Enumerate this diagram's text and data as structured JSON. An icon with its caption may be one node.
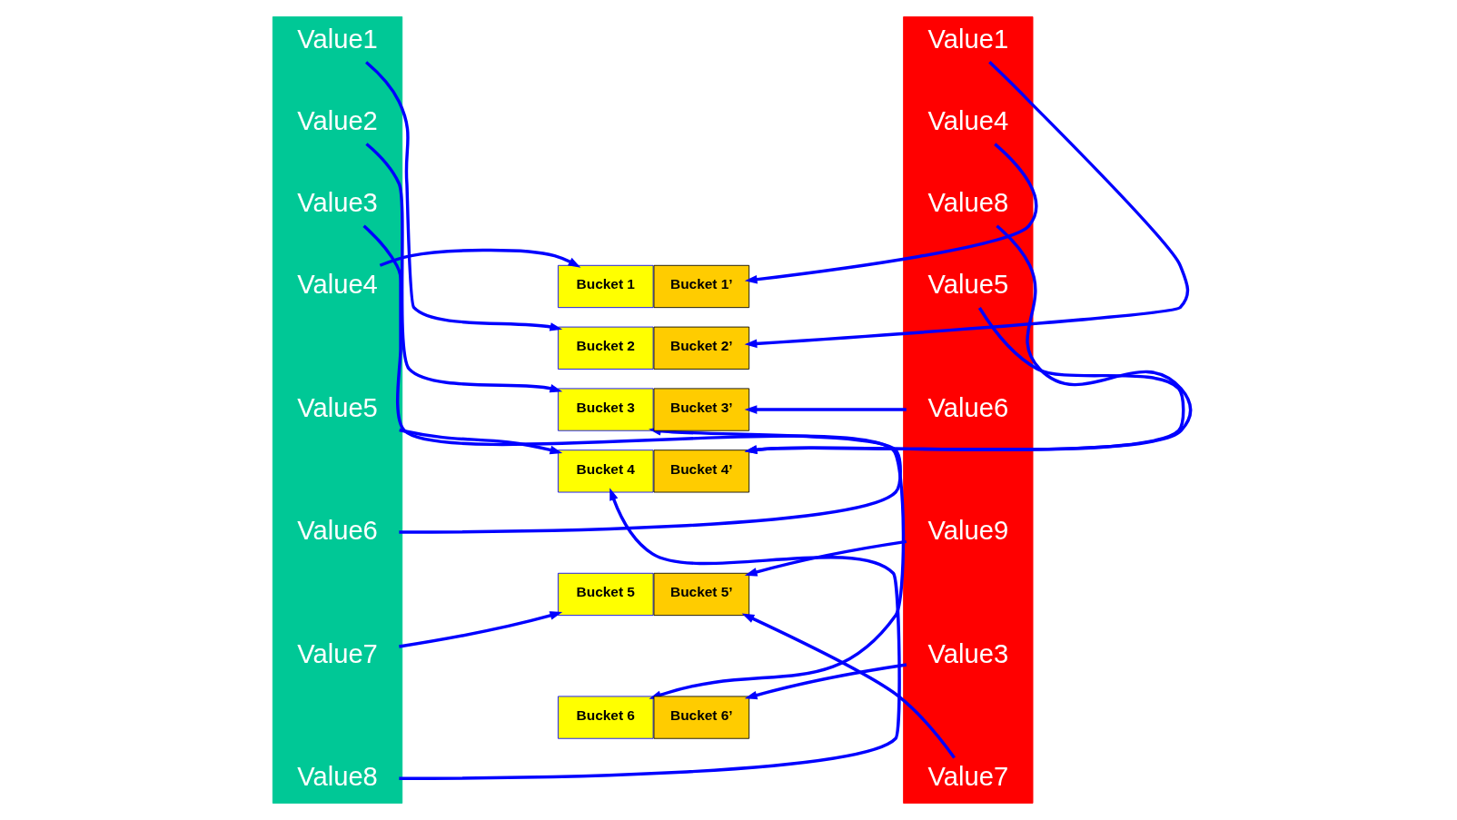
{
  "diagram": {
    "nodes": [
      {
        "text": [],
        "shape": "bar"
      },
      {
        "text": [
          "Value1"
        ],
        "in": 0
      },
      {
        "text": [
          "Value2"
        ],
        "in": 0
      },
      {
        "text": [
          "Value3"
        ],
        "in": 0
      },
      {
        "text": [
          "Value4"
        ],
        "in": 0
      },
      {
        "text": [
          "Value5"
        ],
        "in": 0
      },
      {
        "text": [
          "Value6"
        ],
        "in": 0
      },
      {
        "text": [
          "Value7"
        ],
        "in": 0
      },
      {
        "text": [
          "Value8"
        ],
        "in": 0
      },
      {
        "text": [],
        "shape": "bar"
      },
      {
        "text": [
          "Value1"
        ],
        "in": 9
      },
      {
        "text": [
          "Value4"
        ],
        "in": 9
      },
      {
        "text": [
          "Value8"
        ],
        "in": 9
      },
      {
        "text": [
          "Value5"
        ],
        "in": 9
      },
      {
        "text": [
          "Value6"
        ],
        "in": 9
      },
      {
        "text": [
          "Value9"
        ],
        "in": 9
      },
      {
        "text": [
          "Value3"
        ],
        "in": 9
      },
      {
        "text": [
          "Value7"
        ],
        "in": 9
      },
      {
        "text": [
          "Bucket 1"
        ]
      },
      {
        "text": [
          "Bucket 1’"
        ]
      },
      {
        "text": [
          "Bucket 2"
        ]
      },
      {
        "text": [
          "Bucket 2’"
        ]
      },
      {
        "text": [
          "Bucket 3"
        ]
      },
      {
        "text": [
          "Bucket 3’"
        ]
      },
      {
        "text": [
          "Bucket 4"
        ]
      },
      {
        "text": [
          "Bucket 4’"
        ]
      },
      {
        "text": [
          "Bucket 5"
        ]
      },
      {
        "text": [
          "Bucket 5’"
        ]
      },
      {
        "text": [
          "Bucket 6"
        ]
      },
      {
        "text": [
          "Bucket 6’"
        ]
      }
    ],
    "edges": [
      {
        "from": 1,
        "to": 20,
        "arrow": "to"
      },
      {
        "from": 2,
        "to": 22,
        "arrow": "to"
      },
      {
        "from": 3,
        "to": 28,
        "arrow": "to"
      },
      {
        "from": 4,
        "to": 18,
        "arrow": "to"
      },
      {
        "from": 5,
        "to": 24,
        "arrow": "to"
      },
      {
        "from": 6,
        "to": 22,
        "arrow": "to"
      },
      {
        "from": 7,
        "to": 26,
        "arrow": "to"
      },
      {
        "from": 8,
        "to": 24,
        "arrow": "to"
      },
      {
        "from": 10,
        "to": 21,
        "arrow": "to"
      },
      {
        "from": 11,
        "to": 19,
        "arrow": "to"
      },
      {
        "from": 12,
        "to": 25,
        "arrow": "to"
      },
      {
        "from": 13,
        "to": 25,
        "arrow": "to"
      },
      {
        "from": 14,
        "to": 23,
        "arrow": "to"
      },
      {
        "from": 15,
        "to": 27,
        "arrow": "to"
      },
      {
        "from": 16,
        "to": 29,
        "arrow": "to"
      },
      {
        "from": 17,
        "to": 27,
        "arrow": "to"
      }
    ]
  }
}
